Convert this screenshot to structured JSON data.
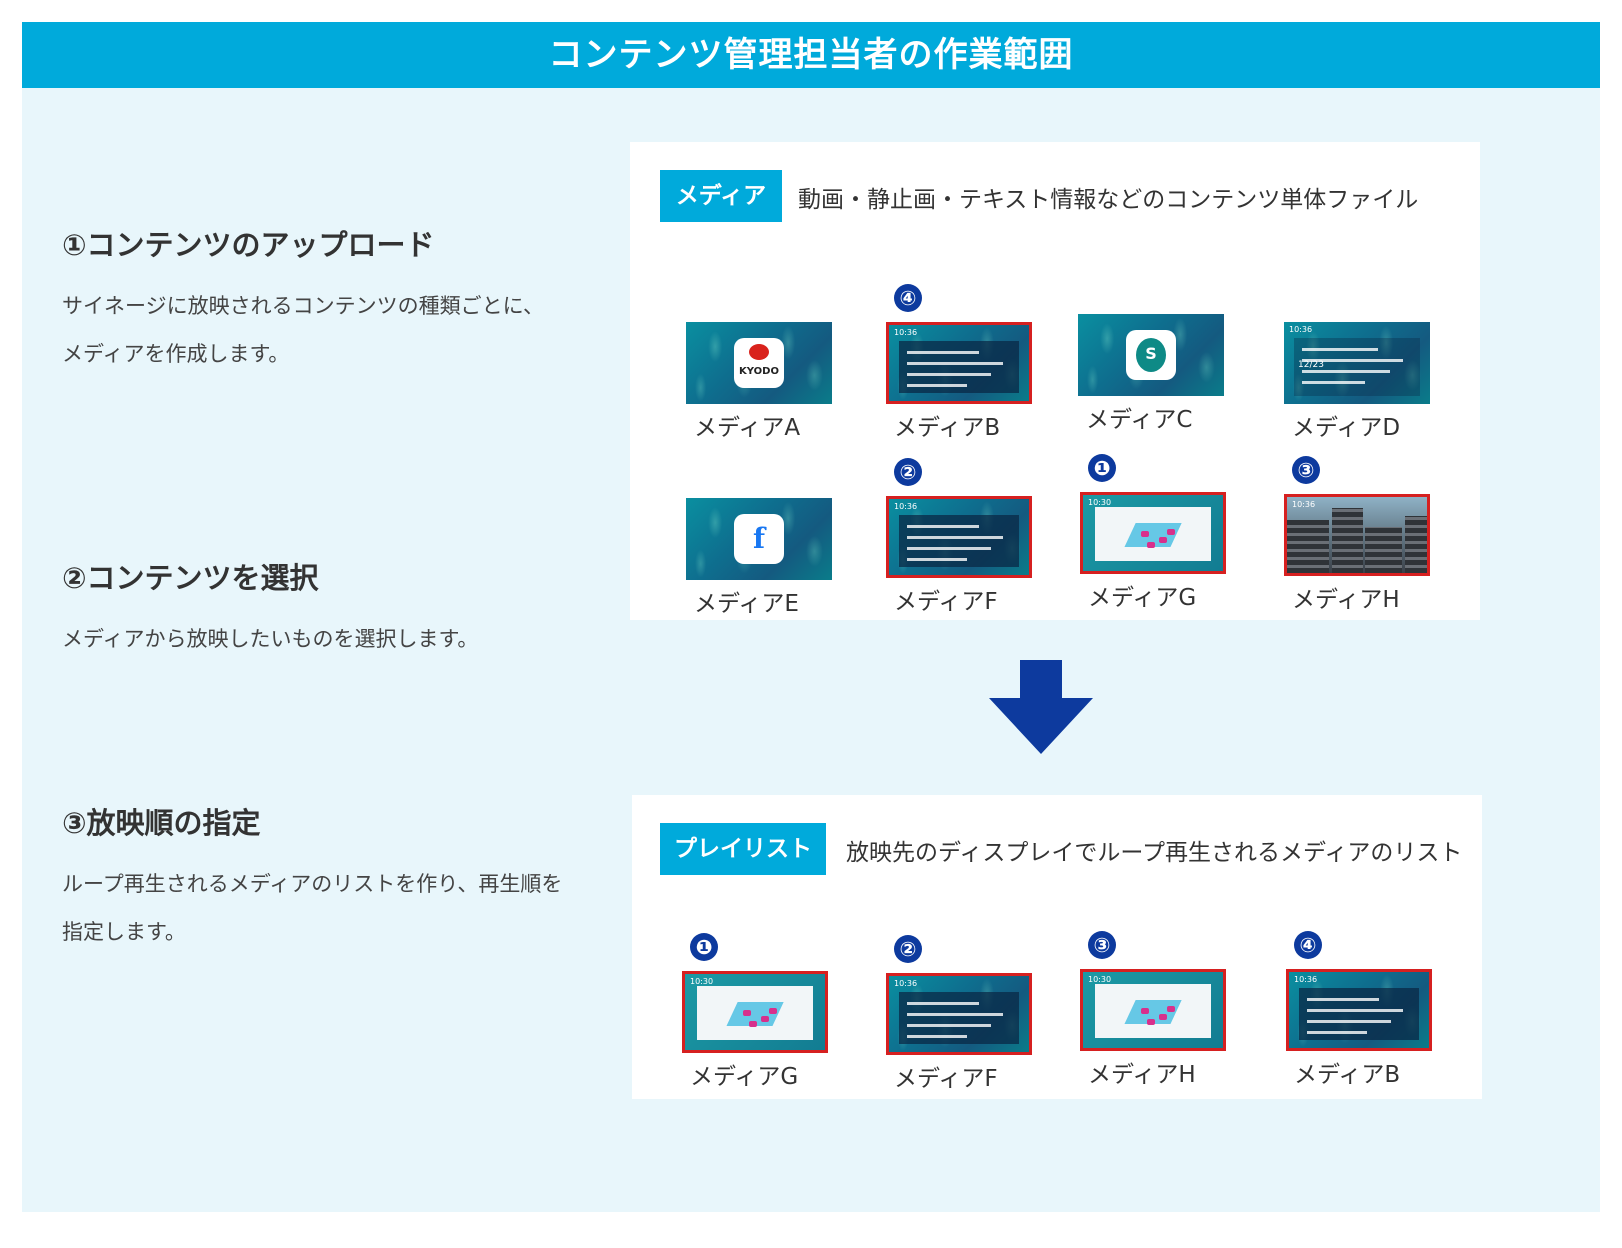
{
  "title": "コンテンツ管理担当者の作業範囲",
  "steps": [
    {
      "heading": "①コンテンツのアップロード",
      "line1": "サイネージに放映されるコンテンツの種類ごとに、",
      "line2": "メディアを作成します。"
    },
    {
      "heading": "②コンテンツを選択",
      "line1": "メディアから放映したいものを選択します。",
      "line2": ""
    },
    {
      "heading": "③放映順の指定",
      "line1": "ループ再生されるメディアのリストを作り、再生順を",
      "line2": "指定します。"
    }
  ],
  "media_panel": {
    "tag": "メディア",
    "description": "動画・静止画・テキスト情報などのコンテンツ単体ファイル",
    "items": [
      {
        "label": "メディアA",
        "kind": "kyodo-logo",
        "logo_text": "KYODO",
        "badge": ""
      },
      {
        "label": "メディアB",
        "kind": "news",
        "clock": "10:36",
        "badge": "④"
      },
      {
        "label": "メディアC",
        "kind": "sharepoint-logo",
        "logo_text": "S",
        "badge": ""
      },
      {
        "label": "メディアD",
        "kind": "schedule",
        "clock": "10:36",
        "date": "12/23",
        "badge": ""
      },
      {
        "label": "メディアE",
        "kind": "facebook-logo",
        "logo_text": "f",
        "badge": ""
      },
      {
        "label": "メディアF",
        "kind": "news",
        "clock": "10:36",
        "badge": "②"
      },
      {
        "label": "メディアG",
        "kind": "room",
        "clock": "10:30",
        "badge": "❶"
      },
      {
        "label": "メディアH",
        "kind": "city",
        "clock": "10:36",
        "badge": "③"
      }
    ]
  },
  "playlist_panel": {
    "tag": "プレイリスト",
    "description": "放映先のディスプレイでループ再生されるメディアのリスト",
    "items": [
      {
        "label": "メディアG",
        "kind": "room",
        "clock": "10:30",
        "badge": "❶"
      },
      {
        "label": "メディアF",
        "kind": "news",
        "clock": "10:36",
        "badge": "②"
      },
      {
        "label": "メディアH",
        "kind": "room",
        "clock": "10:30",
        "badge": "③"
      },
      {
        "label": "メディアB",
        "kind": "news",
        "clock": "10:36",
        "badge": "④"
      }
    ]
  },
  "colors": {
    "accent": "#00aadb",
    "background": "#e8f6fb",
    "selection": "#d62020",
    "arrow": "#0d3a9e"
  }
}
